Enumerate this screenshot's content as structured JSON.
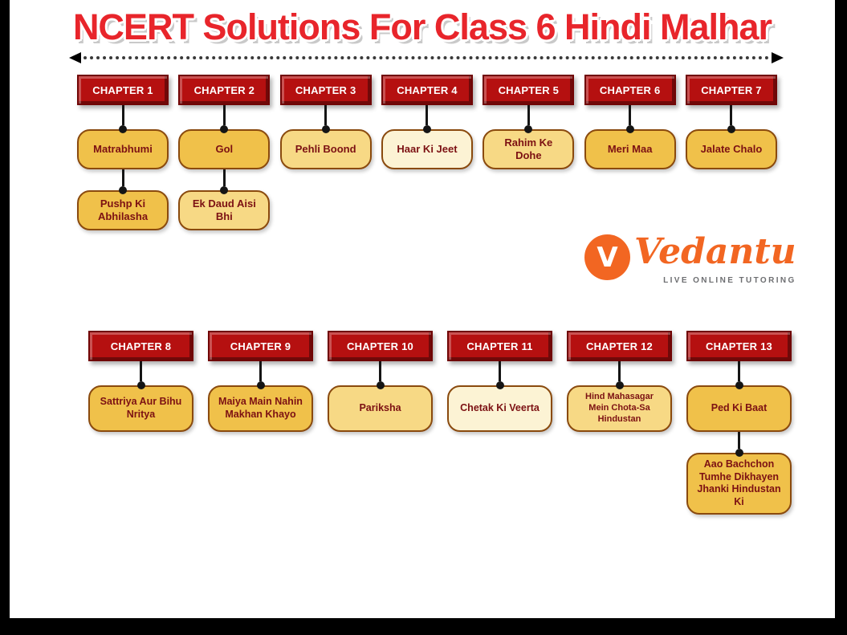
{
  "title": "NCERT Solutions For Class 6 Hindi Malhar",
  "logo": {
    "initial": "V",
    "brand": "Vedantu",
    "tagline": "LIVE ONLINE TUTORING"
  },
  "colors": {
    "frame": "#000000",
    "background": "#ffffff",
    "title_red": "#e8252b",
    "badge_red": "#b51010",
    "badge_border": "#700404",
    "topic_gold": "#f0c14a",
    "topic_light": "#f7d985",
    "topic_cream": "#fcf3d4",
    "topic_border": "#8a4a0e",
    "topic_text": "#7c1113",
    "logo_orange": "#f26622",
    "tagline_gray": "#6d6e71"
  },
  "rows": [
    {
      "chapters": [
        {
          "label": "CHAPTER 1",
          "topics": [
            {
              "text": "Matrabhumi",
              "variant": "gold"
            },
            {
              "text": "Pushp Ki Abhilasha",
              "variant": "gold"
            }
          ]
        },
        {
          "label": "CHAPTER 2",
          "topics": [
            {
              "text": "Gol",
              "variant": "gold"
            },
            {
              "text": "Ek Daud Aisi Bhi",
              "variant": "light"
            }
          ]
        },
        {
          "label": "CHAPTER 3",
          "topics": [
            {
              "text": "Pehli Boond",
              "variant": "light"
            }
          ]
        },
        {
          "label": "CHAPTER 4",
          "topics": [
            {
              "text": "Haar Ki Jeet",
              "variant": "cream"
            }
          ]
        },
        {
          "label": "CHAPTER 5",
          "topics": [
            {
              "text": "Rahim Ke Dohe",
              "variant": "light"
            }
          ]
        },
        {
          "label": "CHAPTER 6",
          "topics": [
            {
              "text": "Meri Maa",
              "variant": "gold"
            }
          ]
        },
        {
          "label": "CHAPTER 7",
          "topics": [
            {
              "text": "Jalate Chalo",
              "variant": "gold"
            }
          ]
        }
      ]
    },
    {
      "chapters": [
        {
          "label": "CHAPTER 8",
          "topics": [
            {
              "text": "Sattriya Aur Bihu Nritya",
              "variant": "gold"
            }
          ]
        },
        {
          "label": "CHAPTER 9",
          "topics": [
            {
              "text": "Maiya Main Nahin Makhan Khayo",
              "variant": "gold"
            }
          ]
        },
        {
          "label": "CHAPTER 10",
          "topics": [
            {
              "text": "Pariksha",
              "variant": "light"
            }
          ]
        },
        {
          "label": "CHAPTER 11",
          "topics": [
            {
              "text": "Chetak Ki Veerta",
              "variant": "cream"
            }
          ]
        },
        {
          "label": "CHAPTER 12",
          "topics": [
            {
              "text": "Hind Mahasagar Mein Chota-Sa Hindustan",
              "variant": "light small"
            }
          ]
        },
        {
          "label": "CHAPTER 13",
          "topics": [
            {
              "text": "Ped Ki Baat",
              "variant": "gold"
            },
            {
              "text": "Aao Bachchon Tumhe Dikhayen Jhanki Hindustan Ki",
              "variant": "gold"
            }
          ]
        }
      ]
    }
  ]
}
